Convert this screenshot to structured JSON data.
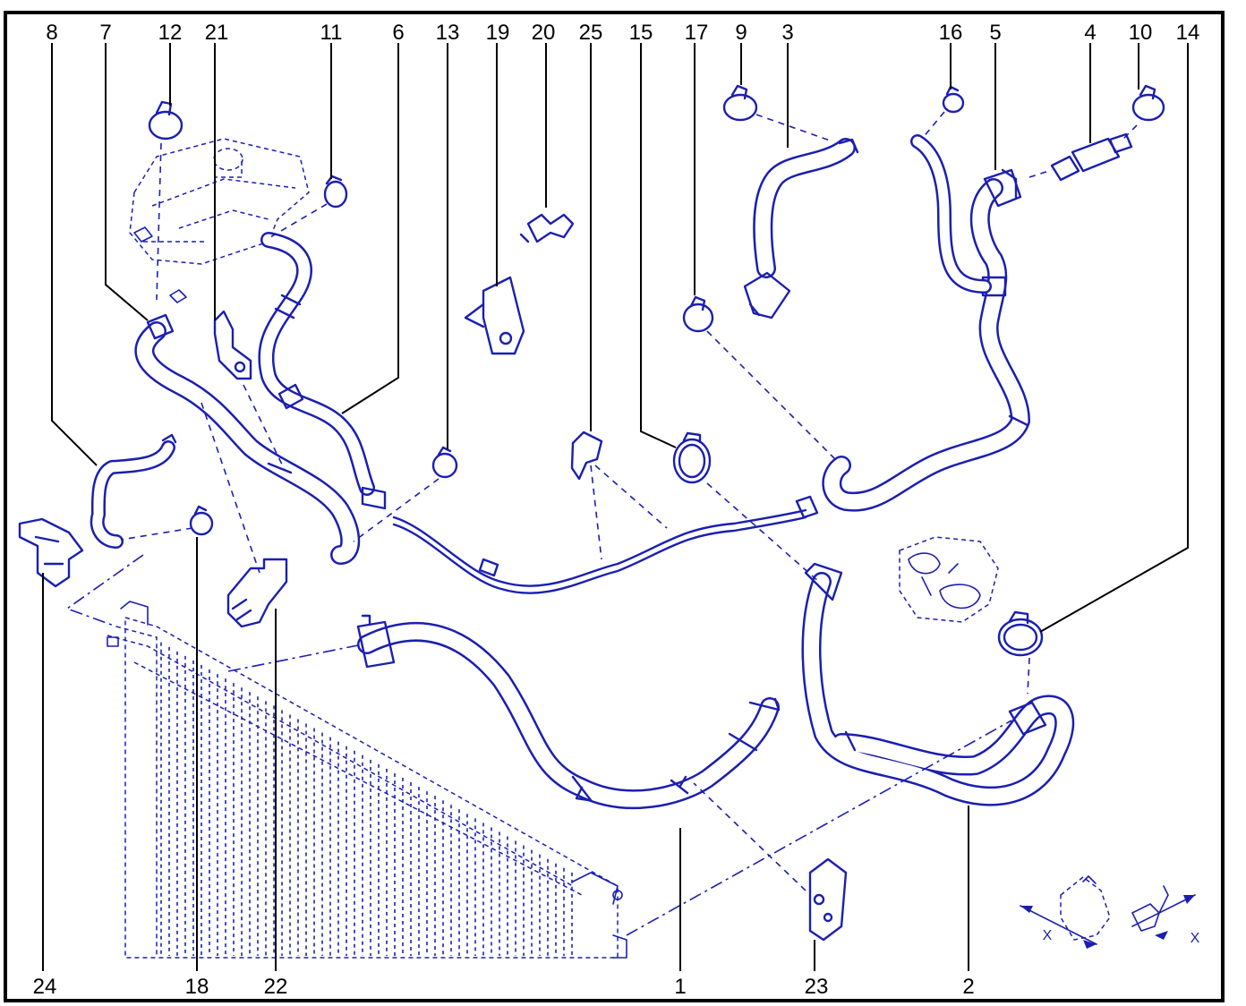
{
  "top_labels": [
    "8",
    "7",
    "12",
    "21",
    "11",
    "6",
    "13",
    "19",
    "20",
    "25",
    "15",
    "17",
    "9",
    "3",
    "16",
    "5",
    "4",
    "10",
    "14"
  ],
  "bottom_labels": [
    "24",
    "18",
    "22",
    "1",
    "23",
    "2"
  ],
  "dimension_mark": "X",
  "colors": {
    "line_art": "#1b1fb0",
    "labels": "#000000",
    "frame": "#000000",
    "background": "#ffffff"
  }
}
